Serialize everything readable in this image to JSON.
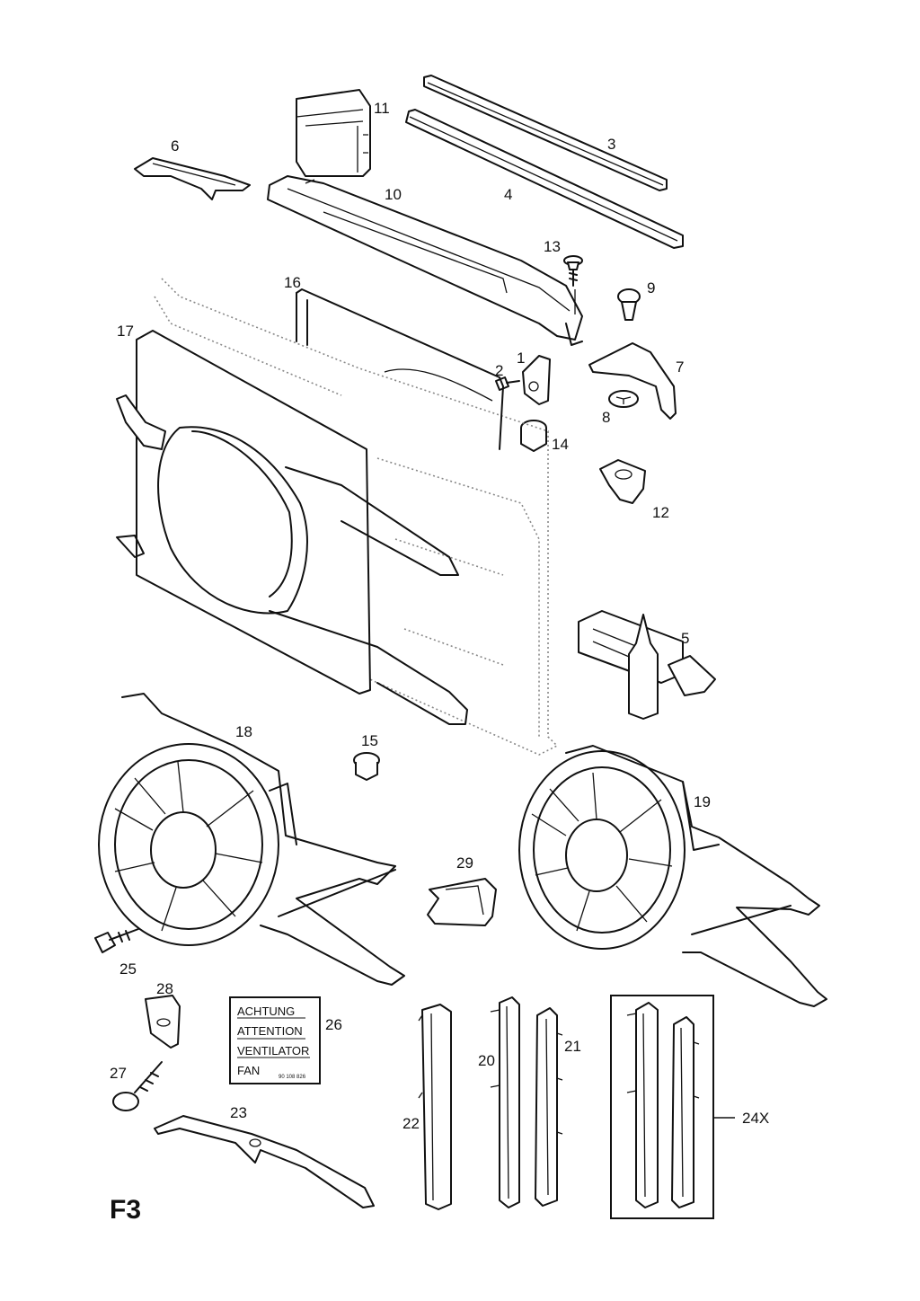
{
  "page_code": "F3",
  "warning_label": {
    "lines": [
      "ACHTUNG",
      "ATTENTION",
      "VENTILATOR",
      "FAN"
    ],
    "part_number": "90 108 826"
  },
  "callouts": [
    {
      "id": "c1",
      "text": "1"
    },
    {
      "id": "c2",
      "text": "2"
    },
    {
      "id": "c3",
      "text": "3"
    },
    {
      "id": "c4",
      "text": "4"
    },
    {
      "id": "c5",
      "text": "5"
    },
    {
      "id": "c6",
      "text": "6"
    },
    {
      "id": "c7",
      "text": "7"
    },
    {
      "id": "c8",
      "text": "8"
    },
    {
      "id": "c9",
      "text": "9"
    },
    {
      "id": "c10",
      "text": "10"
    },
    {
      "id": "c11",
      "text": "11"
    },
    {
      "id": "c12",
      "text": "12"
    },
    {
      "id": "c13",
      "text": "13"
    },
    {
      "id": "c14",
      "text": "14"
    },
    {
      "id": "c15",
      "text": "15"
    },
    {
      "id": "c16",
      "text": "16"
    },
    {
      "id": "c17",
      "text": "17"
    },
    {
      "id": "c18",
      "text": "18"
    },
    {
      "id": "c19",
      "text": "19"
    },
    {
      "id": "c20",
      "text": "20"
    },
    {
      "id": "c21",
      "text": "21"
    },
    {
      "id": "c22",
      "text": "22"
    },
    {
      "id": "c23",
      "text": "23"
    },
    {
      "id": "c24",
      "text": "24X"
    },
    {
      "id": "c25",
      "text": "25"
    },
    {
      "id": "c26",
      "text": "26"
    },
    {
      "id": "c27",
      "text": "27"
    },
    {
      "id": "c28",
      "text": "28"
    },
    {
      "id": "c29",
      "text": "29"
    }
  ]
}
